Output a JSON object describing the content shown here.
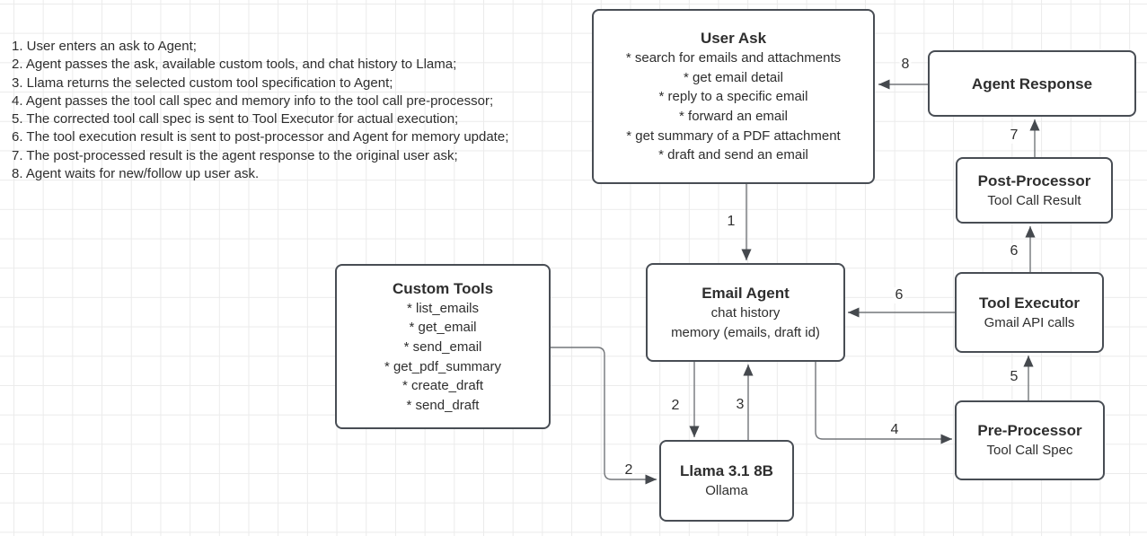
{
  "colors": {
    "node_border": "#484d54",
    "node_fill": "#ffffff",
    "connector": "#73767a",
    "arrowhead": "#45494e",
    "text": "#2e2e2e",
    "grid": "#ebebeb"
  },
  "notes": {
    "lines": [
      "1. User enters an ask to Agent;",
      "2. Agent passes the ask, available custom tools, and chat history to Llama;",
      "3. Llama returns the selected custom tool specification to Agent;",
      "4. Agent passes the tool call spec and memory info to the tool call pre-processor;",
      "5. The corrected tool call spec is sent to Tool Executor for actual execution;",
      "6. The tool execution result is sent to post-processor and Agent for memory update;",
      "7. The post-processed result is the agent response to the original user ask;",
      "8. Agent waits for new/follow up user ask."
    ]
  },
  "boxes": {
    "user_ask": {
      "title": "User Ask",
      "lines": [
        "* search for emails and attachments",
        "* get email detail",
        "* reply to a specific email",
        "* forward an email",
        "* get summary of a PDF attachment",
        "* draft and send an email"
      ]
    },
    "custom_tools": {
      "title": "Custom Tools",
      "lines": [
        "* list_emails",
        "* get_email",
        "* send_email",
        "* get_pdf_summary",
        "* create_draft",
        "* send_draft"
      ]
    },
    "email_agent": {
      "title": "Email Agent",
      "lines": [
        "chat history",
        "memory (emails, draft id)"
      ]
    },
    "llama": {
      "title": "Llama 3.1 8B",
      "lines": [
        "Ollama"
      ]
    },
    "agent_response": {
      "title": "Agent Response",
      "lines": []
    },
    "post_processor": {
      "title": "Post-Processor",
      "lines": [
        "Tool Call Result"
      ]
    },
    "tool_executor": {
      "title": "Tool Executor",
      "lines": [
        "Gmail API calls"
      ]
    },
    "pre_processor": {
      "title": "Pre-Processor",
      "lines": [
        "Tool Call Spec"
      ]
    }
  },
  "edge_labels": {
    "step1": "1",
    "step2_agent": "2",
    "step2_tools": "2",
    "step3": "3",
    "step4": "4",
    "step5": "5",
    "step6_agent": "6",
    "step6_post": "6",
    "step7": "7",
    "step8": "8"
  }
}
